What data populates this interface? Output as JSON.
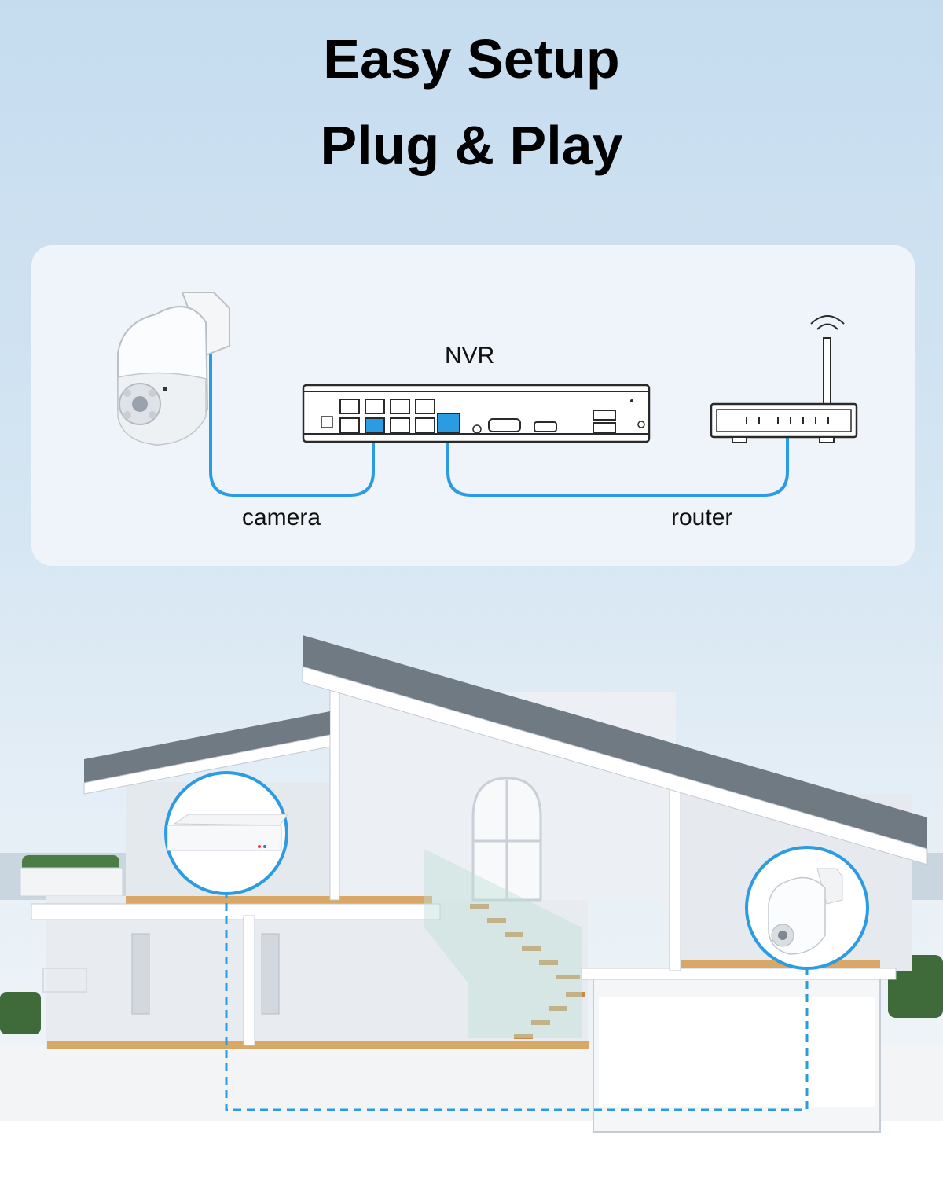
{
  "title": {
    "line1": "Easy Setup",
    "line2": "Plug & Play"
  },
  "diagram": {
    "nvr_label": "NVR",
    "camera_label": "camera",
    "router_label": "router"
  },
  "colors": {
    "cable": "#2b9be2",
    "panel": "#eef4fa",
    "roof": "#6f7a83",
    "wall": "#e9edf1",
    "floor": "#d9a766"
  },
  "icons": [
    "ptz-camera-icon",
    "nvr-recorder-icon",
    "wifi-router-icon",
    "wifi-signal-icon"
  ]
}
